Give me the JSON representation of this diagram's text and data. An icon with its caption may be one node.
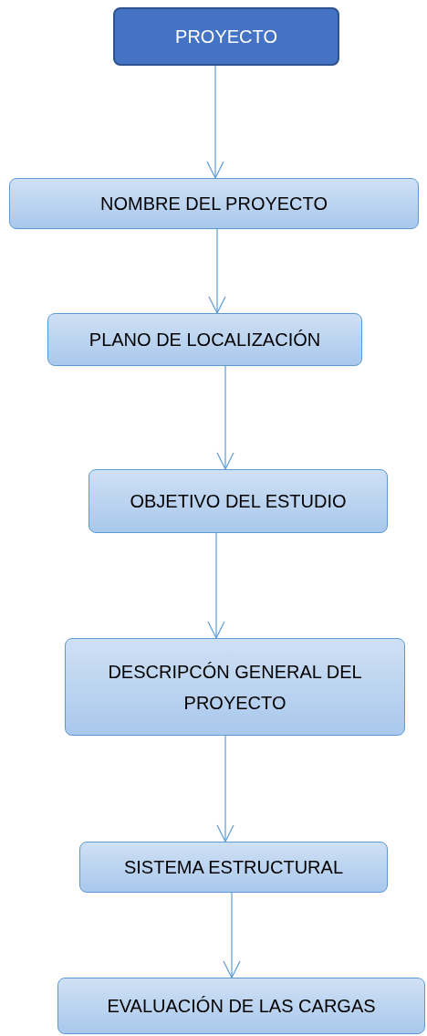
{
  "diagram": {
    "nodes": [
      {
        "text": [
          "PROYECTO"
        ]
      },
      {
        "text": [
          "NOMBRE DEL PROYECTO"
        ]
      },
      {
        "text": [
          "PLANO DE LOCALIZACIÓN"
        ]
      },
      {
        "text": [
          "OBJETIVO DEL ESTUDIO"
        ]
      },
      {
        "text": [
          "DESCRIPCÓN GENERAL DEL PROYECTO"
        ]
      },
      {
        "text": [
          "SISTEMA ESTRUCTURAL"
        ]
      },
      {
        "text": [
          "EVALUACIÓN DE LAS CARGAS"
        ]
      }
    ],
    "edges": [
      {
        "from": 0,
        "to": 1,
        "arrow": "to"
      },
      {
        "from": 1,
        "to": 2,
        "arrow": "to"
      },
      {
        "from": 2,
        "to": 3,
        "arrow": "to"
      },
      {
        "from": 3,
        "to": 4,
        "arrow": "to"
      },
      {
        "from": 4,
        "to": 5,
        "arrow": "to"
      },
      {
        "from": 5,
        "to": 6,
        "arrow": "to"
      }
    ]
  }
}
